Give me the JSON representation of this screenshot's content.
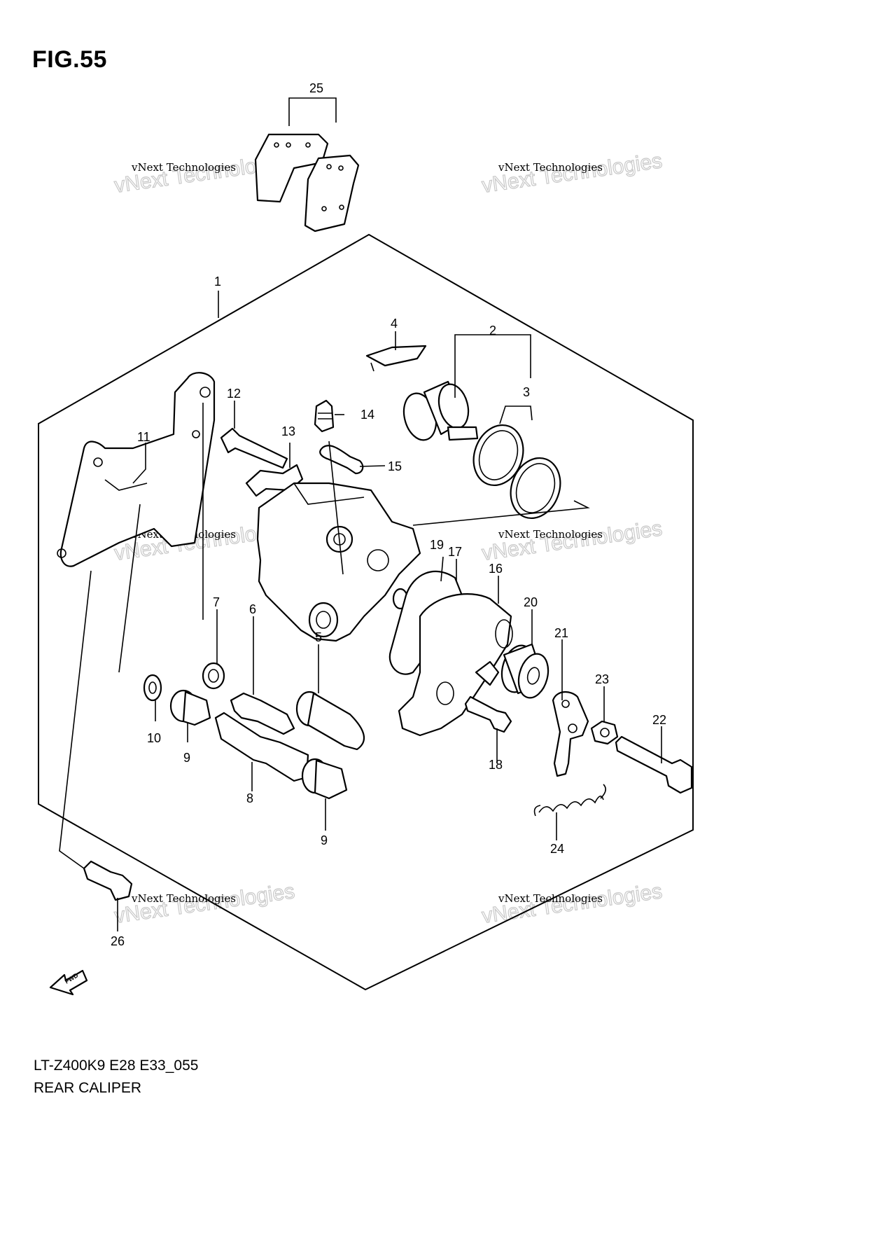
{
  "figure": {
    "title": "FIG.55",
    "model_code": "LT-Z400K9 E28 E33_055",
    "caption": "REAR CALIPER"
  },
  "watermark": {
    "line1": "vNext Technologies",
    "line2": "vNext Technologies"
  },
  "callouts": {
    "c1": "1",
    "c2": "2",
    "c3": "3",
    "c4": "4",
    "c5": "5",
    "c6": "6",
    "c7": "7",
    "c8": "8",
    "c9a": "9",
    "c9b": "9",
    "c10": "10",
    "c11": "11",
    "c12": "12",
    "c13": "13",
    "c14": "14",
    "c15": "15",
    "c16": "16",
    "c17": "17",
    "c18": "18",
    "c19": "19",
    "c20": "20",
    "c21": "21",
    "c22": "22",
    "c23": "23",
    "c24": "24",
    "c25": "25",
    "c26": "26"
  },
  "fwd_marker": {
    "label": "FWD",
    "icon": "fwd-arrow-icon"
  }
}
